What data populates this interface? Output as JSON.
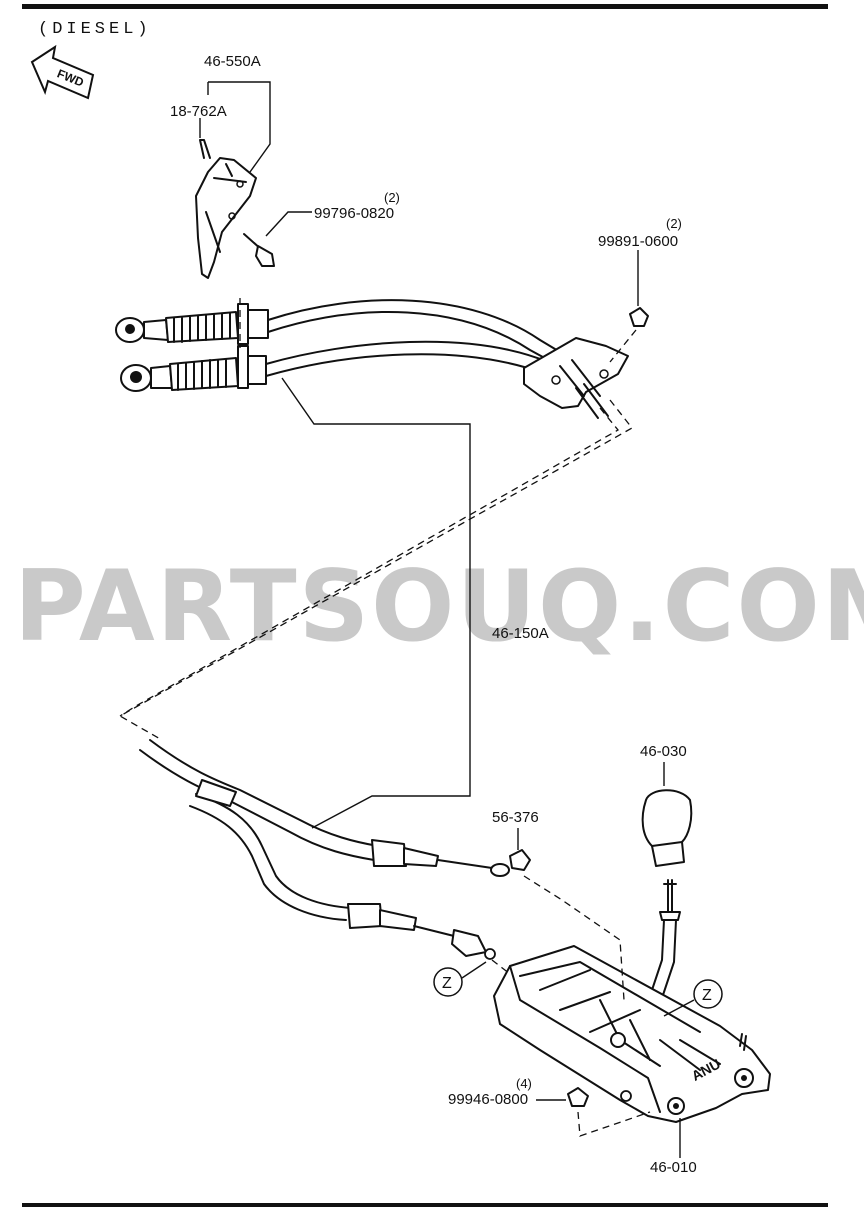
{
  "diagram": {
    "title": "(DIESEL)",
    "forward_arrow_label": "FWD",
    "watermark": "PARTSOUQ.COM",
    "detail_marker": "Z",
    "parts": [
      {
        "number": "46-550A"
      },
      {
        "number": "18-762A"
      },
      {
        "number": "99796-0820",
        "quantity": "(2)"
      },
      {
        "number": "99891-0600",
        "quantity": "(2)"
      },
      {
        "number": "46-150A"
      },
      {
        "number": "46-030"
      },
      {
        "number": "56-376"
      },
      {
        "number": "99946-0800",
        "quantity": "(4)"
      },
      {
        "number": "46-010"
      }
    ]
  }
}
